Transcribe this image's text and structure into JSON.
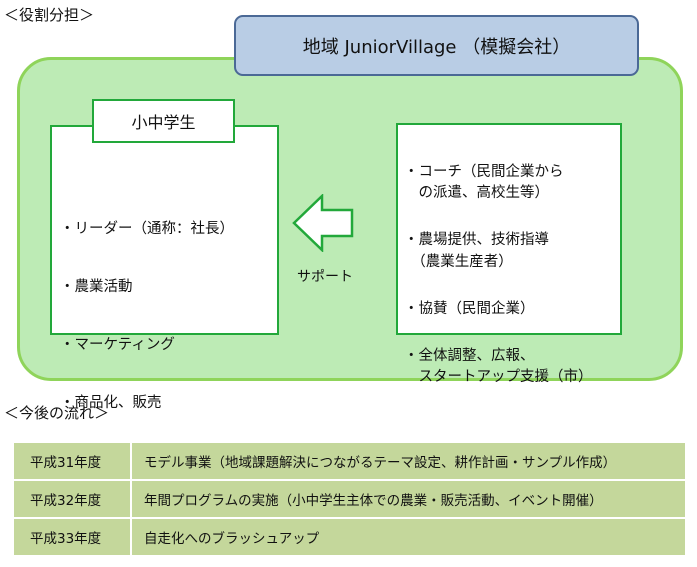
{
  "roles_heading": "＜役割分担＞",
  "company": "地域 JuniorVillage （模擬会社）",
  "students": {
    "label": "小中学生",
    "items": [
      "・リーダー（通称：社長）",
      "・農業活動",
      "・マーケティング",
      "・商品化、販売"
    ]
  },
  "support_label": "サポート",
  "supporters": {
    "items": [
      "・コーチ（民間企業から\n　の派遣、高校生等）",
      "・農場提供、技術指導\n　（農業生産者）",
      "・協賛（民間企業）",
      "・全体調整、広報、\n　スタートアップ支援（市）"
    ]
  },
  "flow_heading": "＜今後の流れ＞",
  "flow": [
    {
      "year": "平成31年度",
      "text": "モデル事業（地域課題解決につながるテーマ設定、耕作計画・サンプル作成）"
    },
    {
      "year": "平成32年度",
      "text": "年間プログラムの実施（小中学生主体での農業・販売活動、イベント開催）"
    },
    {
      "year": "平成33年度",
      "text": "自走化へのブラッシュアップ"
    }
  ],
  "colors": {
    "panel": "#bdebb5",
    "company": "#b9cde5",
    "table": "#c4d79b"
  }
}
